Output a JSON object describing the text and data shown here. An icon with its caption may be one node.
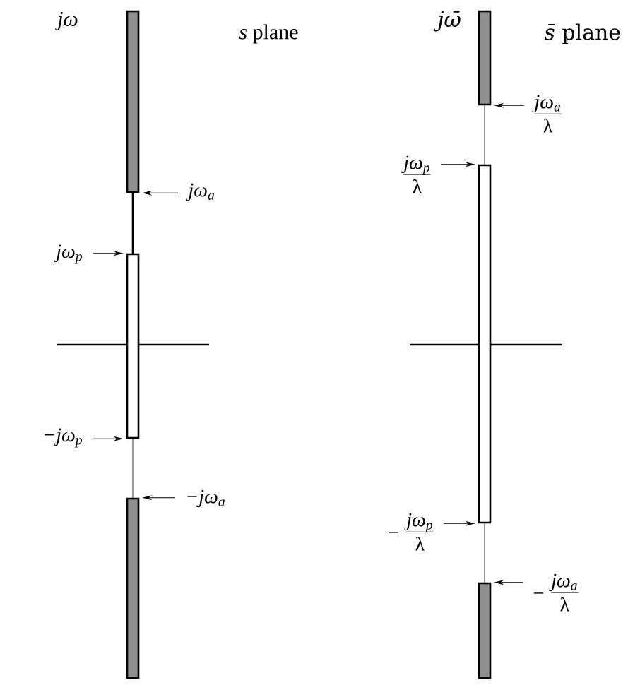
{
  "diagram": {
    "nodes": [
      {
        "text": [],
        "shape": "bar"
      },
      {
        "text": [],
        "shape": "bar"
      },
      {
        "text": [],
        "shape": "bar"
      },
      {
        "text": [],
        "shape": "bar"
      },
      {
        "text": [],
        "shape": "bar"
      },
      {
        "text": [],
        "shape": "bar"
      },
      {
        "text": [
          "jω$_{a}$"
        ]
      },
      {
        "text": [
          "jω$_{p}$"
        ]
      },
      {
        "text": [
          "−jω$_{p}$"
        ]
      },
      {
        "text": [
          "−jω$_{a}$"
        ]
      },
      {
        "text": [
          "jω$_{a}$",
          "λ"
        ]
      },
      {
        "text": [
          "jω$_{p}$",
          "λ"
        ]
      },
      {
        "text": [
          "−",
          "jω$_{p}$",
          "λ"
        ]
      },
      {
        "text": [
          "−",
          "jω$_{a}$",
          "λ"
        ]
      }
    ],
    "edges": [
      {
        "from": 6,
        "to": 0,
        "arrow": "to"
      },
      {
        "from": 7,
        "to": 1,
        "arrow": "to"
      },
      {
        "from": 8,
        "to": 1,
        "arrow": "to"
      },
      {
        "from": 9,
        "to": 2,
        "arrow": "to"
      },
      {
        "from": 10,
        "to": 3,
        "arrow": "to"
      },
      {
        "from": 11,
        "to": 4,
        "arrow": "to"
      },
      {
        "from": 12,
        "to": 4,
        "arrow": "to"
      },
      {
        "from": 13,
        "to": 5,
        "arrow": "to"
      }
    ],
    "labels": [
      "jω",
      "*s* plane",
      "jω̄",
      "*s̄* plane"
    ]
  }
}
